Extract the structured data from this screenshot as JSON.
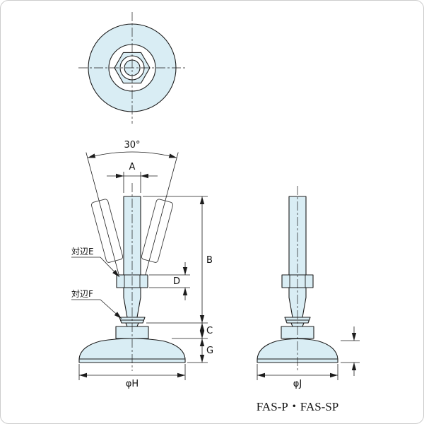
{
  "meta": {
    "caption": "FAS-P・FAS-SP"
  },
  "labels": {
    "angle": "30°",
    "dim_a": "A",
    "dim_b": "B",
    "dim_c": "C",
    "dim_d": "D",
    "dim_g": "G",
    "dim_phi_h": "φH",
    "dim_phi_j": "φJ",
    "flats_e": "対辺E",
    "flats_f": "対辺F"
  },
  "colors": {
    "part_fill": "#d9edf4",
    "line": "#1c1c1c",
    "background": "#ffffff"
  }
}
